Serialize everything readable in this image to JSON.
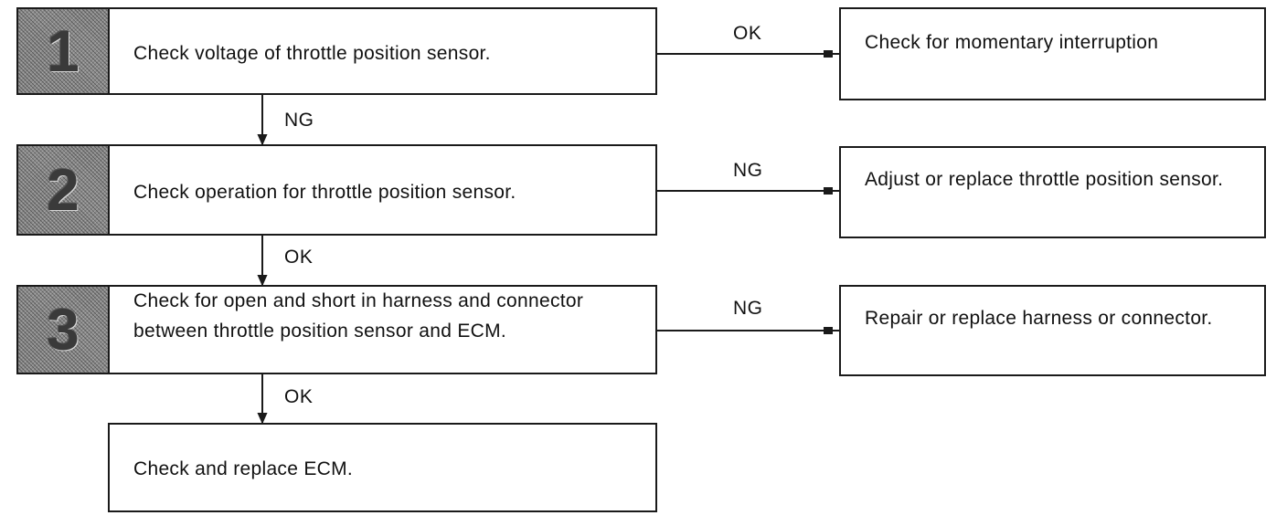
{
  "steps": [
    {
      "number": "1",
      "text": "Check voltage of throttle position sensor.",
      "branch_label": "OK",
      "branch_result": "Check for momentary interruption",
      "down_label": "NG"
    },
    {
      "number": "2",
      "text": "Check operation for throttle position sensor.",
      "branch_label": "NG",
      "branch_result": "Adjust or replace throttle position sensor.",
      "down_label": "OK"
    },
    {
      "number": "3",
      "text": "Check for open and short in harness and connector between throttle position sensor and ECM.",
      "branch_label": "NG",
      "branch_result": "Repair or replace harness or connector.",
      "down_label": "OK"
    }
  ],
  "final_step": {
    "text": "Check and replace ECM."
  }
}
